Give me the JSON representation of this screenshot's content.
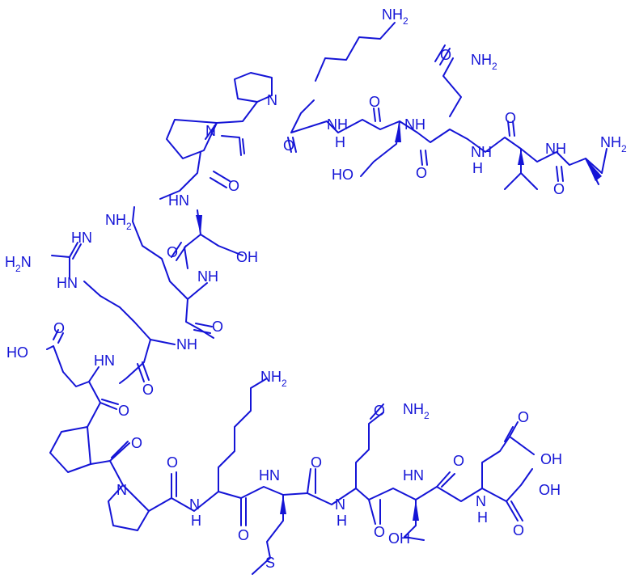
{
  "structure": {
    "color": "#1414d6",
    "background": "#ffffff",
    "labels": {
      "nh2_1": {
        "main": "NH",
        "sub": "2"
      },
      "o_1": "O",
      "n_1": "N",
      "nh_1": "NH",
      "h_1": "H",
      "nh2_2": {
        "main": "NH",
        "sub": "2"
      },
      "o_2": "O",
      "nh_2": "NH",
      "h_2": "H",
      "nh2_3": {
        "main": "NH",
        "sub": "2"
      },
      "o_3": "O",
      "n_2": "N",
      "o_4": "O",
      "o_5": "O",
      "ho_1": "HO",
      "o_6": "O",
      "o_7": "O",
      "o_8": "O",
      "hn_1": "HN",
      "h_3": "H",
      "nh2_4": {
        "main": "NH",
        "sub": "2"
      },
      "o_9": "O",
      "oh_1": "OH",
      "hn_2": "HN",
      "h2n_1": {
        "main": "H",
        "sub": "2",
        "tail": "N"
      },
      "nh_3": "NH",
      "hn_3": "HN",
      "o_10": "O",
      "nh_4": "NH",
      "ho_2": "HO",
      "o_11": "O",
      "hn_4": "HN",
      "o_12": "O",
      "o_13": "O",
      "n_3": "N",
      "nh2_5": {
        "main": "NH",
        "sub": "2"
      },
      "o_14": "O",
      "nh2_6": {
        "main": "NH",
        "sub": "2"
      },
      "o_15": "O",
      "o_16": "O",
      "oh_2": "OH",
      "hn_5": "HN",
      "n_4": "N",
      "h_4": "H",
      "hn_6": "HN",
      "o_17": "O",
      "n_5": "N",
      "h_5": "H",
      "n_6": "N",
      "h_6": "H",
      "oh_3": "OH",
      "n_7": "N",
      "h_7": "H",
      "o_18": "O",
      "o_19": "O",
      "o_20": "O",
      "o_21": "O",
      "s_1": "S"
    }
  }
}
